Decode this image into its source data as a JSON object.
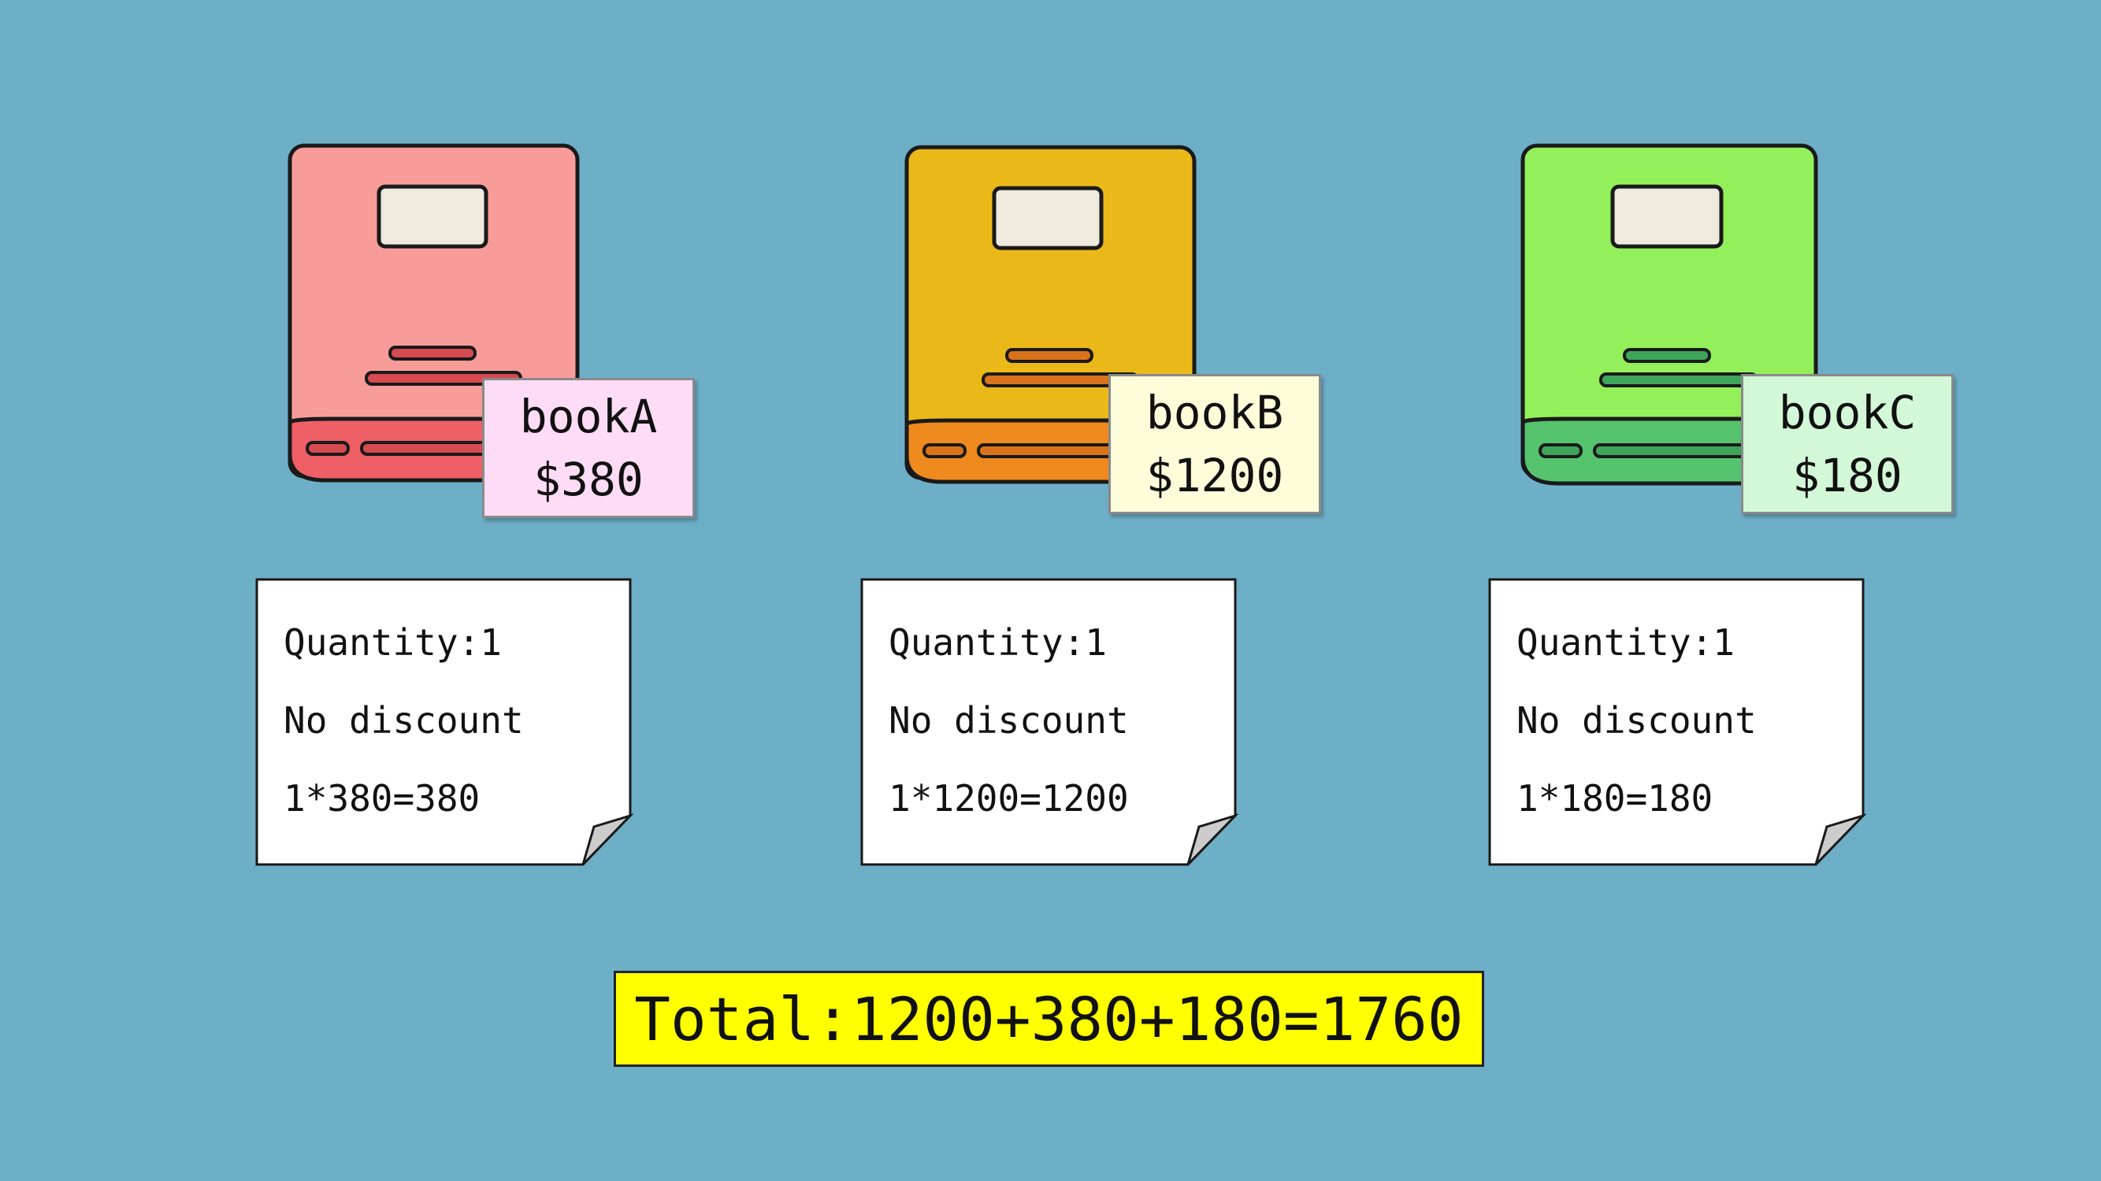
{
  "books": [
    {
      "name": "bookA",
      "price": "$380",
      "cover_color": "#f89c9a",
      "spine_color": "#ee5f66",
      "line_color": "#d64a51",
      "tag_color": "#ffdcf5",
      "quantity": "Quantity:1",
      "discount": "No discount",
      "calc": "1*380=380"
    },
    {
      "name": "bookB",
      "price": "$1200",
      "cover_color": "#ebb819",
      "spine_color": "#ee8a1e",
      "line_color": "#d9731b",
      "tag_color": "#fdfdda",
      "quantity": "Quantity:1",
      "discount": "No discount",
      "calc": "1*1200=1200"
    },
    {
      "name": "bookC",
      "price": "$180",
      "cover_color": "#94f05a",
      "spine_color": "#56c46e",
      "line_color": "#3fa55a",
      "tag_color": "#d2f8d8",
      "quantity": "Quantity:1",
      "discount": "No discount",
      "calc": "1*180=180"
    }
  ],
  "total": "Total:1200+380+180=1760",
  "colors": {
    "background": "#6eafc8",
    "total_background": "#ffff00",
    "label_plate": "#eeebde",
    "note_background": "#ffffff",
    "note_fold": "#cccccc"
  }
}
